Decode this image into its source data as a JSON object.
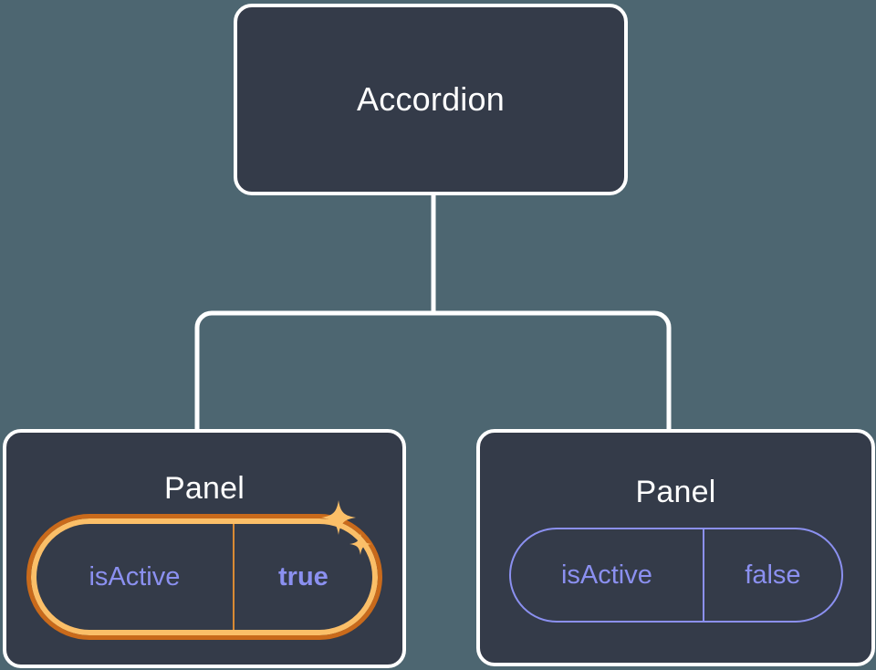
{
  "diagram": {
    "type": "component-tree",
    "background_color": "#4d6671",
    "card_color": "#343b49",
    "card_border_color": "#ffffff",
    "connector_color": "#ffffff",
    "prop_text_color": "#8b90f0",
    "highlight_inner_color": "#fbbf68",
    "highlight_outer_color": "#c96a1b",
    "sparkle_color": "#fbbf68"
  },
  "root": {
    "title": "Accordion"
  },
  "children": [
    {
      "title": "Panel",
      "prop": {
        "key": "isActive",
        "value": "true",
        "highlighted": true,
        "value_bold": true
      },
      "sparkle_large": "sparkle-icon",
      "sparkle_small": "sparkle-icon"
    },
    {
      "title": "Panel",
      "prop": {
        "key": "isActive",
        "value": "false",
        "highlighted": false,
        "value_bold": false
      }
    }
  ]
}
